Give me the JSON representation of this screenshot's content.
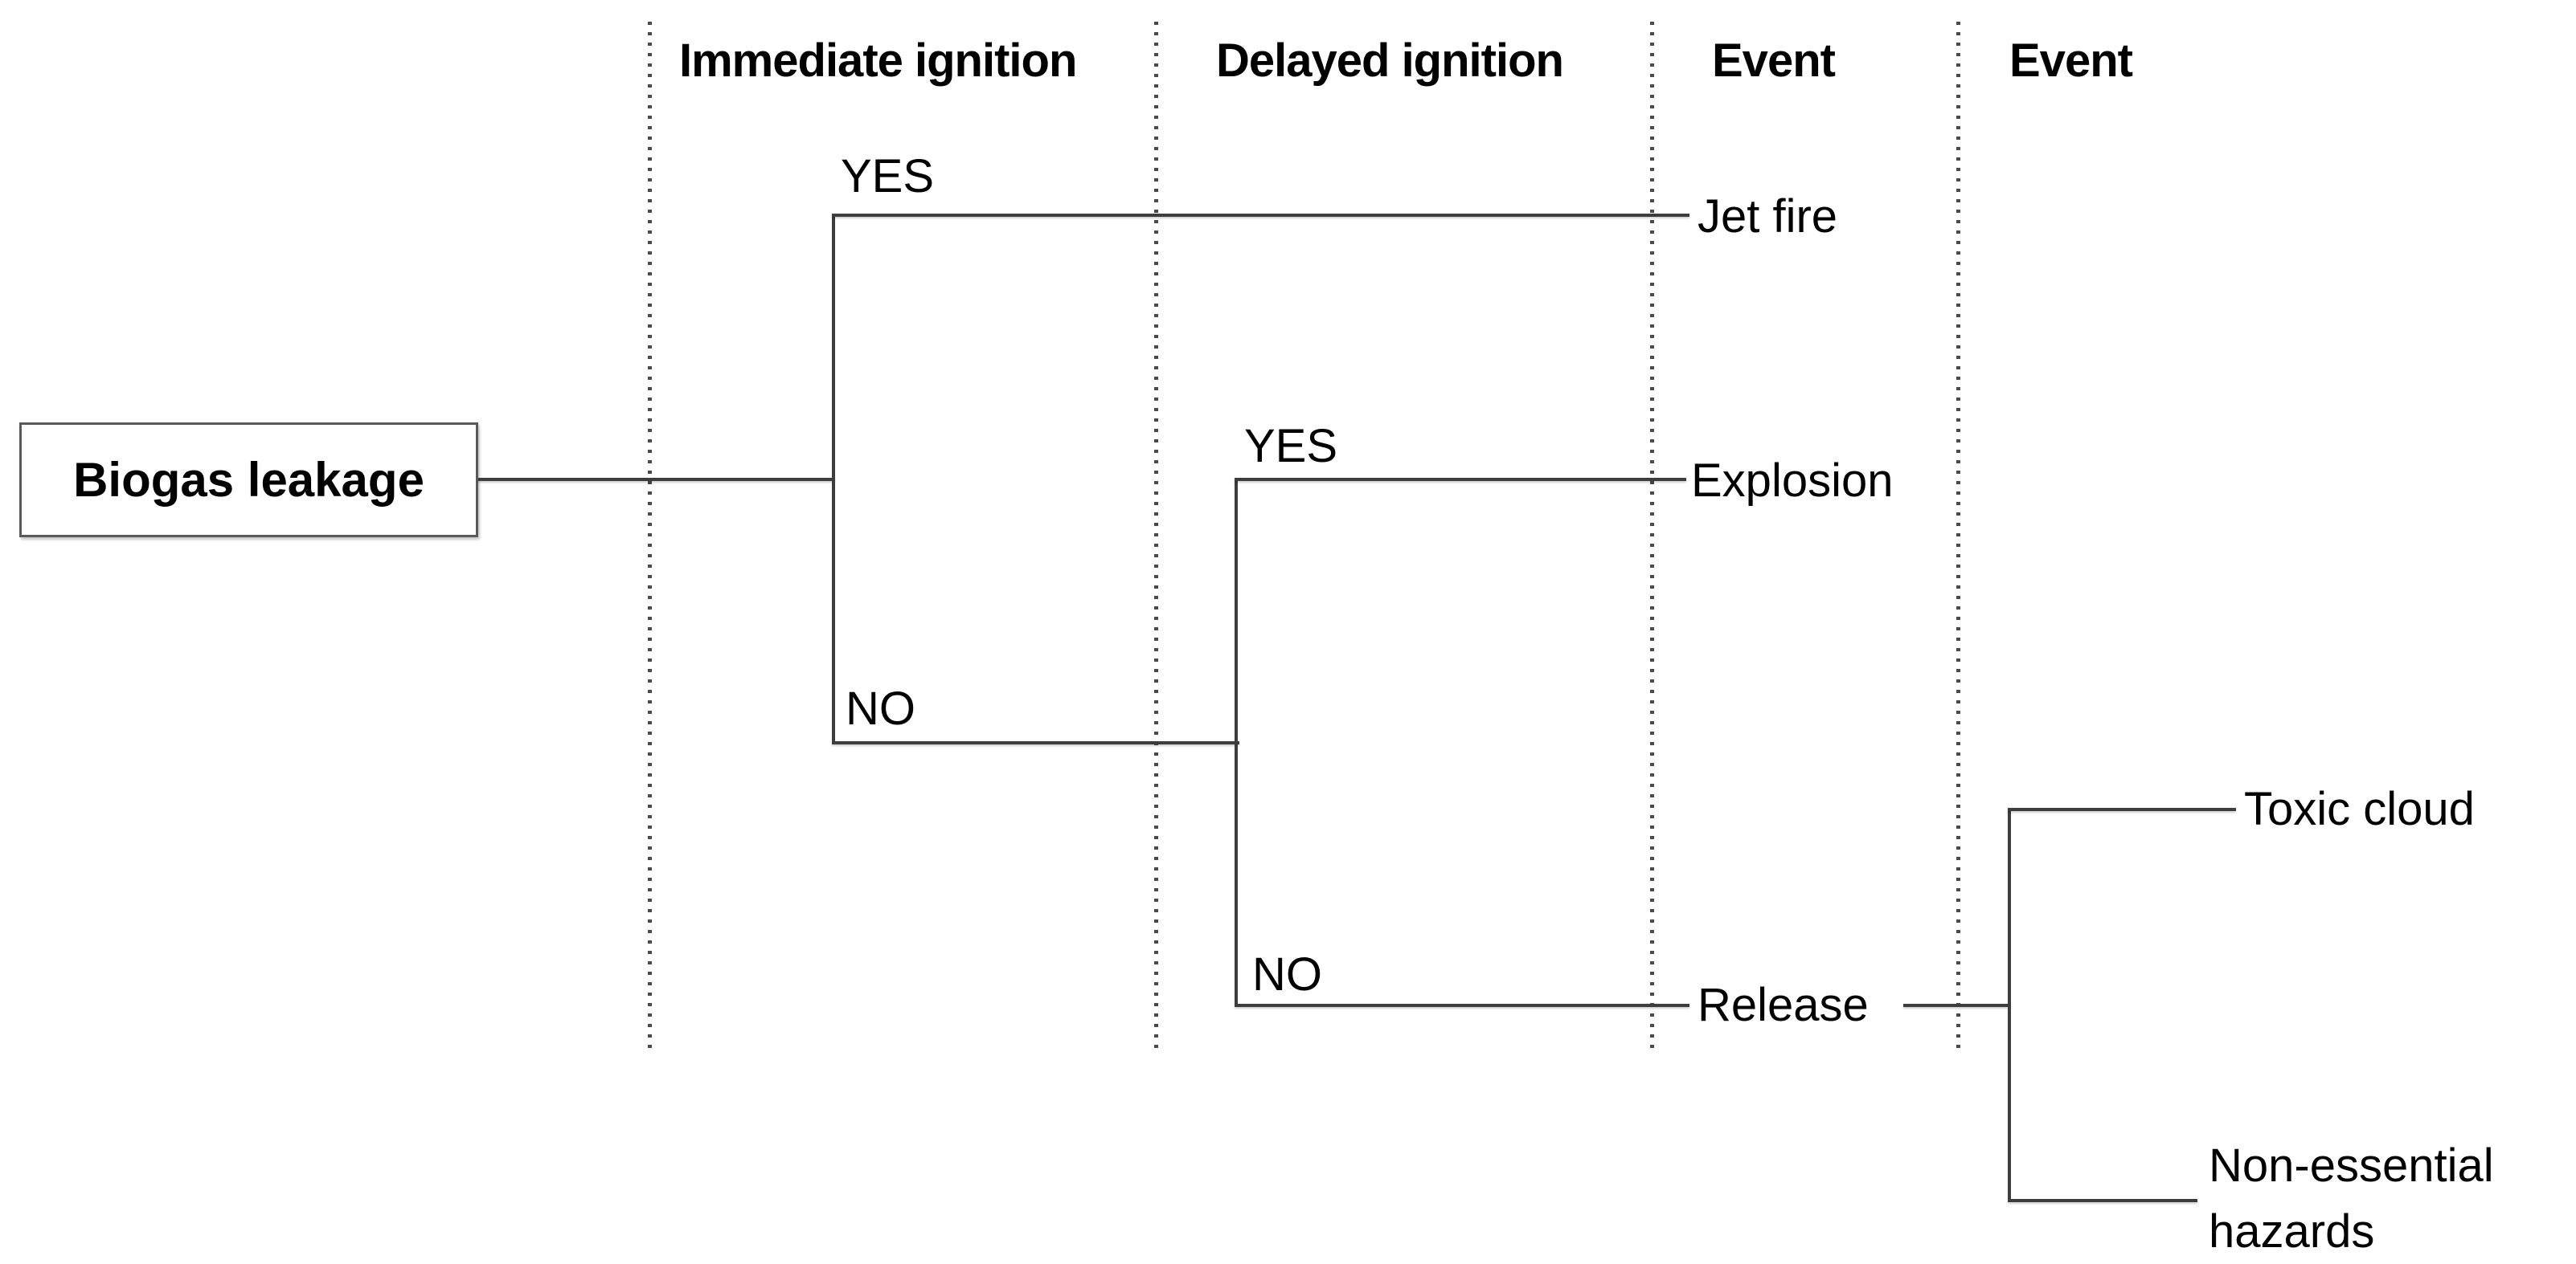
{
  "diagram": {
    "title_box": {
      "label": "Biogas leakage"
    },
    "columns": [
      {
        "label": "Immediate ignition"
      },
      {
        "label": "Delayed ignition"
      },
      {
        "label": "Event"
      },
      {
        "label": "Event"
      }
    ],
    "branch_labels": {
      "immediate_yes": "YES",
      "immediate_no": "NO",
      "delayed_yes": "YES",
      "delayed_no": "NO"
    },
    "outcomes": {
      "jet_fire": "Jet fire",
      "explosion": "Explosion",
      "release": "Release",
      "toxic_cloud": "Toxic cloud",
      "non_essential_hazards": "Non-essential hazards"
    },
    "colors": {
      "background": "#ffffff",
      "solid_line": "#3d3d3d",
      "dotted_separator": "#4a4a4a",
      "box_border": "#595959",
      "text": "#000000"
    }
  }
}
